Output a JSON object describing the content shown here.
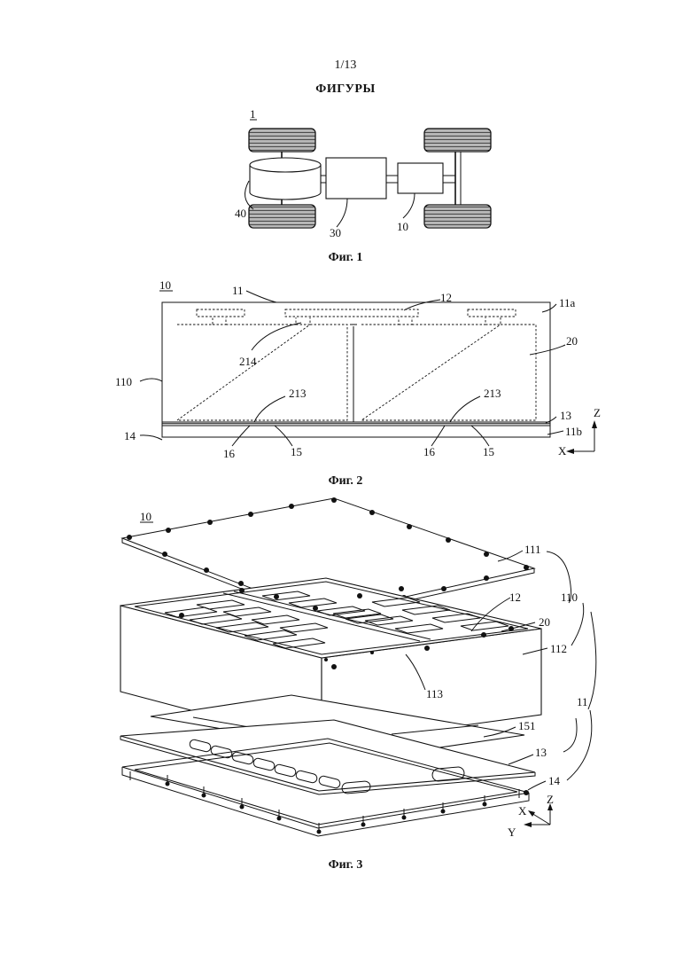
{
  "page": {
    "number": "1/13",
    "heading": "ФИГУРЫ"
  },
  "fig1": {
    "caption": "Фиг. 1",
    "labels": {
      "vehicle": "1",
      "motor": "40",
      "controller": "30",
      "battery": "10"
    }
  },
  "fig2": {
    "caption": "Фиг. 2",
    "labels": {
      "assembly": "10",
      "box": "11",
      "busbar": "12",
      "top": "11a",
      "module": "20",
      "side": "110",
      "busbar_conn": "214",
      "left_bottom": "213",
      "right_bottom": "213",
      "plate": "13",
      "bottom": "11b",
      "base": "14",
      "pad_left": "16",
      "pad_left_b": "15",
      "pad_right": "16",
      "pad_right_b": "15",
      "axis_z": "Z",
      "axis_x": "X"
    }
  },
  "fig3": {
    "caption": "Фиг. 3",
    "labels": {
      "assembly": "10",
      "cover": "111",
      "side": "110",
      "busbar": "12",
      "module": "20",
      "frame": "112",
      "partition": "113",
      "box": "11",
      "sheet": "151",
      "plate": "13",
      "base": "14",
      "axis_z": "Z",
      "axis_x": "X",
      "axis_y": "Y"
    }
  }
}
